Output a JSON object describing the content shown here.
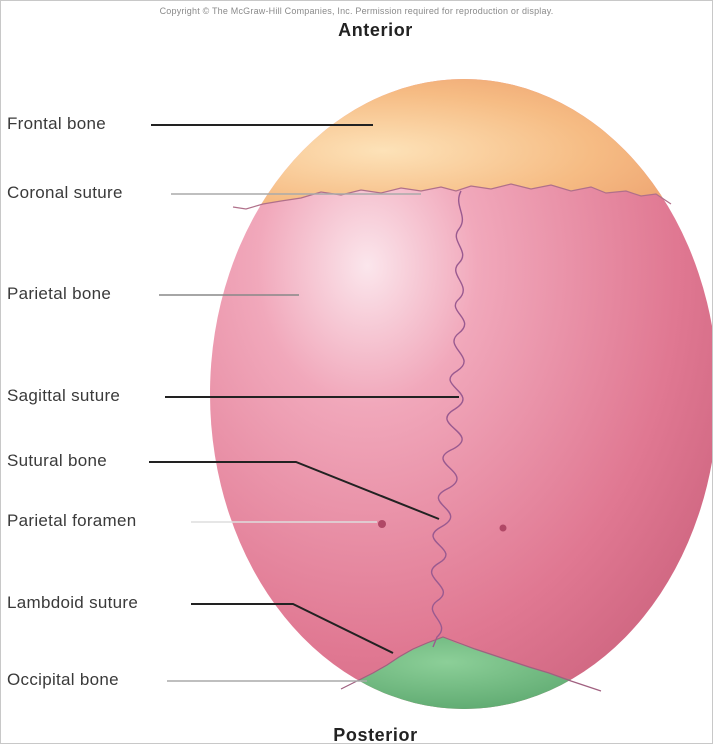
{
  "copyright": "Copyright © The McGraw-Hill Companies, Inc. Permission required for reproduction or display.",
  "orientation": {
    "top": "Anterior",
    "bottom": "Posterior"
  },
  "labels": [
    {
      "id": "frontal-bone",
      "text": "Frontal bone"
    },
    {
      "id": "coronal-suture",
      "text": "Coronal suture"
    },
    {
      "id": "parietal-bone",
      "text": "Parietal bone"
    },
    {
      "id": "sagittal-suture",
      "text": "Sagittal suture"
    },
    {
      "id": "sutural-bone",
      "text": "Sutural bone"
    },
    {
      "id": "parietal-foramen",
      "text": "Parietal foramen"
    },
    {
      "id": "lambdoid-suture",
      "text": "Lambdoid suture"
    },
    {
      "id": "occipital-bone",
      "text": "Occipital bone"
    }
  ],
  "colors": {
    "frontal": "#f2b27a",
    "parietal": "#e27c96",
    "occipital": "#6cb77f",
    "suture": "#9a5a90"
  }
}
